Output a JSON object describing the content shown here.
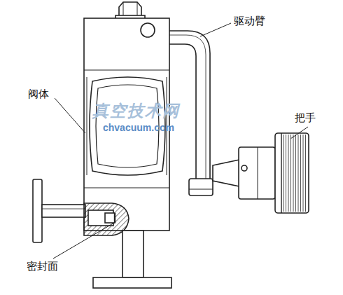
{
  "diagram": {
    "labels": [
      "驱动臂",
      "阀体",
      "把手",
      "密封面",
      "真空技术网",
      "chvacuum.com"
    ]
  }
}
